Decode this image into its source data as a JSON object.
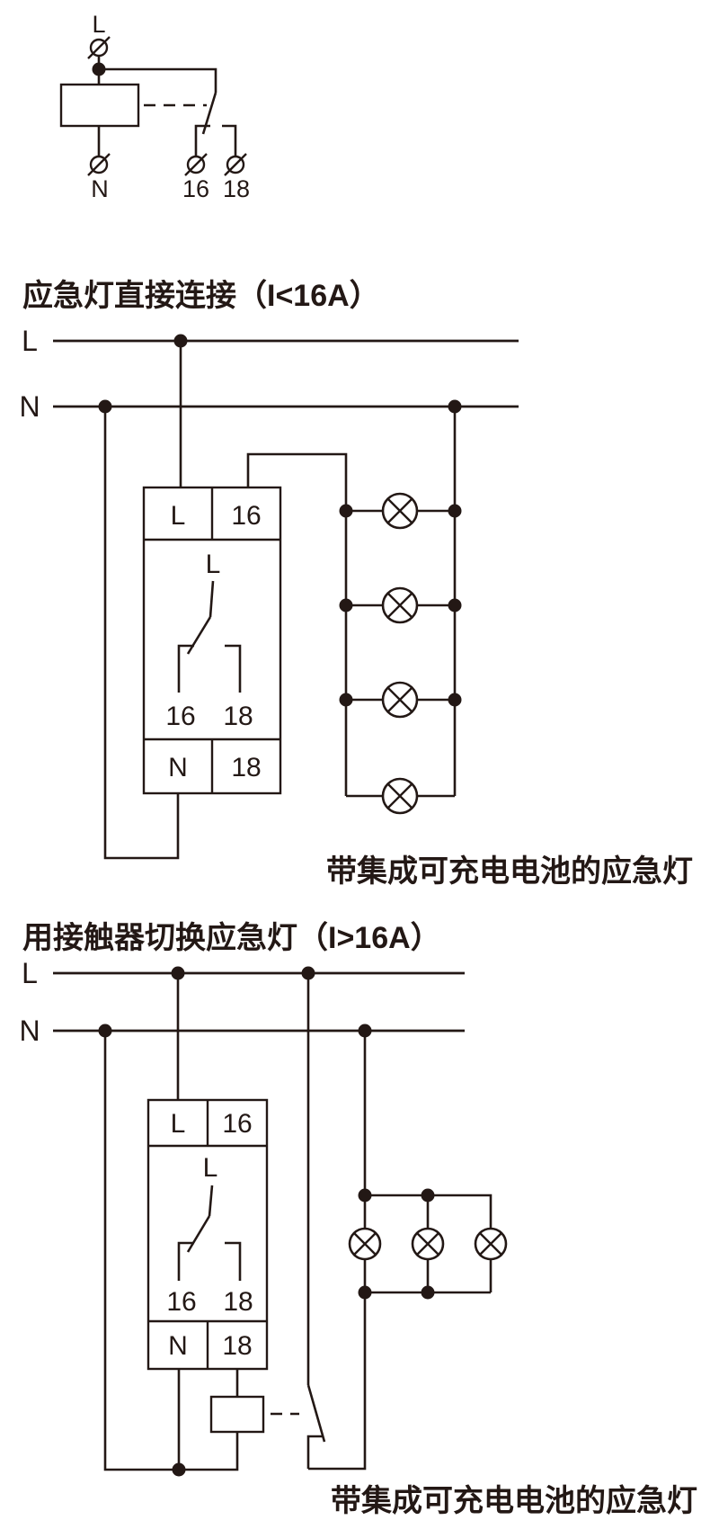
{
  "colors": {
    "ink": "#231815",
    "background": "#ffffff"
  },
  "top_schematic": {
    "terminal_l": "L",
    "terminal_n": "N",
    "terminal_16": "16",
    "terminal_18": "18"
  },
  "direct_connection": {
    "title": "应急灯直接连接（I<16A）",
    "bus_l": "L",
    "bus_n": "N",
    "device": {
      "in_l": "L",
      "out_16": "16",
      "in_n": "N",
      "out_18": "18",
      "switch_common": "L",
      "switch_contact_16": "16",
      "switch_contact_18": "18"
    },
    "lamp_count": 4,
    "caption": "带集成可充电电池的应急灯"
  },
  "contactor_switching": {
    "title": "用接触器切换应急灯（I>16A）",
    "bus_l": "L",
    "bus_n": "N",
    "device": {
      "in_l": "L",
      "out_16": "16",
      "in_n": "N",
      "out_18": "18",
      "switch_common": "L",
      "switch_contact_16": "16",
      "switch_contact_18": "18"
    },
    "lamp_count": 3,
    "caption": "带集成可充电电池的应急灯"
  }
}
